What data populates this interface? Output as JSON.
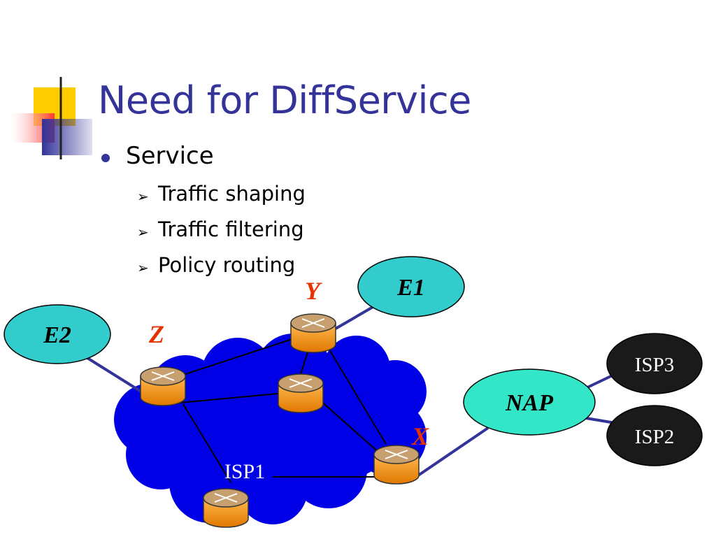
{
  "slide": {
    "title": "Need for DiffService",
    "bullet": "Service",
    "sub_bullets": [
      "Traffic shaping",
      "Traffic filtering",
      "Policy routing"
    ]
  },
  "diagram": {
    "nodes": {
      "e1": "E1",
      "e2": "E2",
      "nap": "NAP",
      "isp3": "ISP3",
      "isp2": "ISP2",
      "cloud": "ISP1"
    },
    "router_labels": {
      "y": "Y",
      "z": "Z",
      "x": "X"
    }
  },
  "colors": {
    "title": "#333399",
    "cloud": "#0000e6",
    "edge_node": "#33cccc",
    "nap_node": "#33e6c8",
    "isp_node": "#1a1a1a",
    "router_top": "#c8a070",
    "router_body": "#e68a00",
    "label_red": "#e63200"
  }
}
